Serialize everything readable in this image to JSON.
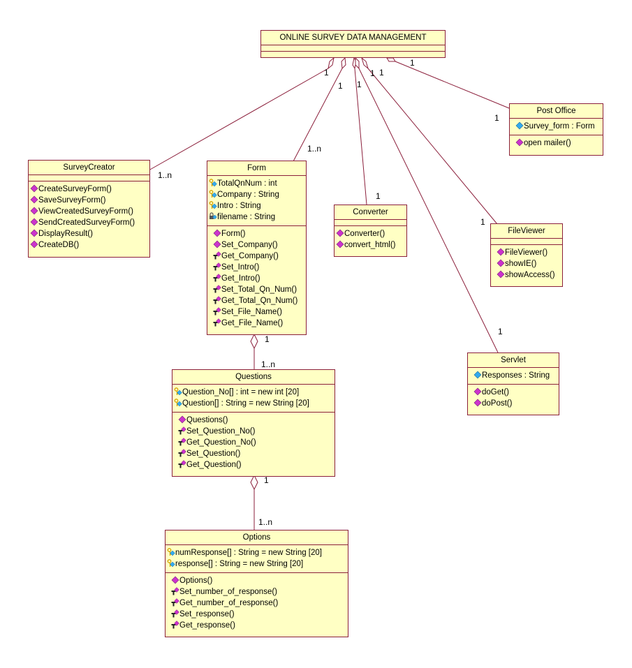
{
  "classes": {
    "osdm": {
      "name": "ONLINE SURVEY DATA MANAGEMENT"
    },
    "surveycreator": {
      "name": "SurveyCreator",
      "operations": [
        {
          "icon": "public-op-icon",
          "text": "CreateSurveyForm()"
        },
        {
          "icon": "public-op-icon",
          "text": "SaveSurveyForm()"
        },
        {
          "icon": "public-op-icon",
          "text": "ViewCreatedSurveyForm()"
        },
        {
          "icon": "public-op-icon",
          "text": "SendCreatedSurveyForm()"
        },
        {
          "icon": "public-op-icon",
          "text": "DisplayResult()"
        },
        {
          "icon": "public-op-icon",
          "text": "CreateDB()"
        }
      ]
    },
    "form": {
      "name": "Form",
      "attributes": [
        {
          "icon": "protected-attr-icon",
          "text": "TotalQnNum : int"
        },
        {
          "icon": "protected-attr-icon",
          "text": "Company : String"
        },
        {
          "icon": "protected-attr-icon",
          "text": "Intro : String"
        },
        {
          "icon": "private-attr-icon",
          "text": "filename : String"
        }
      ],
      "operations": [
        {
          "icon": "public-op-icon",
          "text": "Form()"
        },
        {
          "icon": "public-op-icon",
          "text": "Set_Company()"
        },
        {
          "icon": "implementation-op-icon",
          "text": "Get_Company()"
        },
        {
          "icon": "implementation-op-icon",
          "text": "Set_Intro()"
        },
        {
          "icon": "implementation-op-icon",
          "text": "Get_Intro()"
        },
        {
          "icon": "implementation-op-icon",
          "text": "Set_Total_Qn_Num()"
        },
        {
          "icon": "implementation-op-icon",
          "text": "Get_Total_Qn_Num()"
        },
        {
          "icon": "implementation-op-icon",
          "text": "Set_File_Name()"
        },
        {
          "icon": "implementation-op-icon",
          "text": "Get_File_Name()"
        }
      ]
    },
    "converter": {
      "name": "Converter",
      "operations": [
        {
          "icon": "public-op-icon",
          "text": "Converter()"
        },
        {
          "icon": "public-op-icon",
          "text": "convert_html()"
        }
      ]
    },
    "postoffice": {
      "name": "Post Office",
      "attributes": [
        {
          "icon": "public-attr-icon",
          "text": "Survey_form : Form"
        }
      ],
      "operations": [
        {
          "icon": "public-op-icon",
          "text": "open mailer()"
        }
      ]
    },
    "fileviewer": {
      "name": "FileViewer",
      "operations": [
        {
          "icon": "public-op-icon",
          "text": "FileViewer()"
        },
        {
          "icon": "public-op-icon",
          "text": "showIE()"
        },
        {
          "icon": "public-op-icon",
          "text": "showAccess()"
        }
      ]
    },
    "servlet": {
      "name": "Servlet",
      "attributes": [
        {
          "icon": "public-attr-icon",
          "text": "Responses : String"
        }
      ],
      "operations": [
        {
          "icon": "public-op-icon",
          "text": "doGet()"
        },
        {
          "icon": "public-op-icon",
          "text": "doPost()"
        }
      ]
    },
    "questions": {
      "name": "Questions",
      "attributes": [
        {
          "icon": "protected-attr-icon",
          "text": "Question_No[] : int = new int [20]"
        },
        {
          "icon": "protected-attr-icon",
          "text": "Question[] : String = new String [20]"
        }
      ],
      "operations": [
        {
          "icon": "public-op-icon",
          "text": "Questions()"
        },
        {
          "icon": "implementation-op-icon",
          "text": "Set_Question_No()"
        },
        {
          "icon": "implementation-op-icon",
          "text": "Get_Question_No()"
        },
        {
          "icon": "implementation-op-icon",
          "text": "Set_Question()"
        },
        {
          "icon": "implementation-op-icon",
          "text": "Get_Question()"
        }
      ]
    },
    "options": {
      "name": "Options",
      "attributes": [
        {
          "icon": "protected-attr-icon",
          "text": "numResponse[] : String = new String [20]"
        },
        {
          "icon": "protected-attr-icon",
          "text": "response[] : String = new String [20]"
        }
      ],
      "operations": [
        {
          "icon": "public-op-icon",
          "text": "Options()"
        },
        {
          "icon": "implementation-op-icon",
          "text": "Set_number_of_response()"
        },
        {
          "icon": "implementation-op-icon",
          "text": "Get_number_of_response()"
        },
        {
          "icon": "implementation-op-icon",
          "text": "Set_response()"
        },
        {
          "icon": "implementation-op-icon",
          "text": "Get_response()"
        }
      ]
    }
  },
  "multiplicities": {
    "osdm_sc": "1",
    "sc": "1..n",
    "osdm_form": "1",
    "form": "1..n",
    "osdm_conv": "1",
    "conv": "1",
    "osdm_servlet": "1",
    "servlet": "1",
    "osdm_fv": "1",
    "fv": "1",
    "osdm_po": "1",
    "po": "1",
    "form_q": "1",
    "q": "1..n",
    "q_opt": "1",
    "opt": "1..n"
  },
  "colors": {
    "class_fill": "#ffffc4",
    "class_border": "#8b1f3b",
    "line": "#8b1f3b",
    "op_icon": "#cc33cc",
    "attr_icon": "#33aaee",
    "key_icon": "#d4a400",
    "lock_icon": "#555555"
  }
}
